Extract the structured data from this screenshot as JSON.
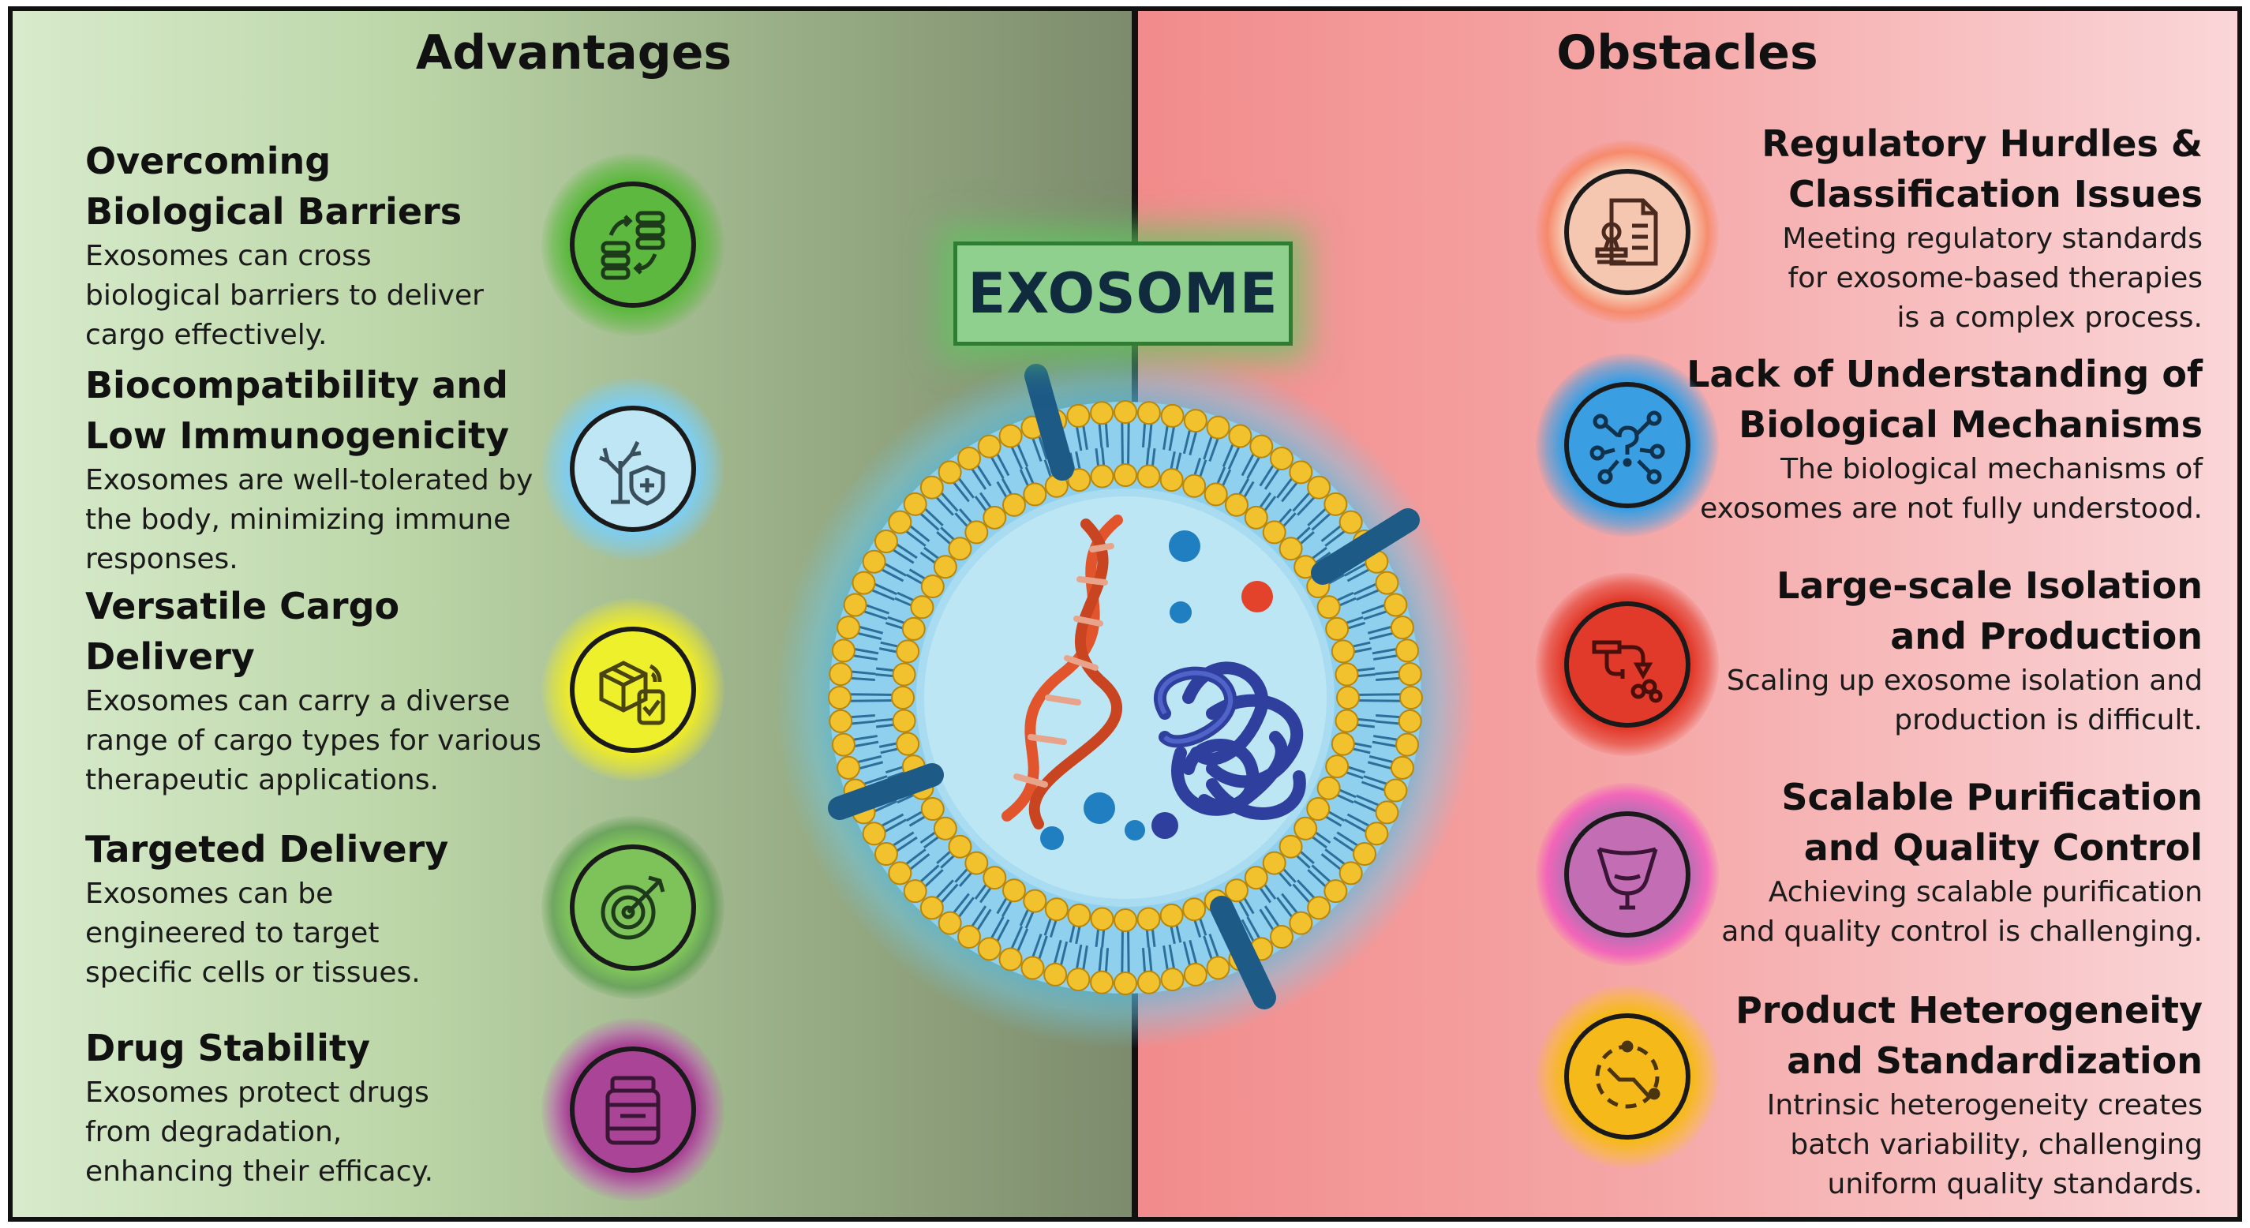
{
  "advantages": {
    "title": "Advantages",
    "items": [
      {
        "title_line1": "Overcoming",
        "title_line2": "Biological Barriers",
        "desc_line1": "Exosomes can cross",
        "desc_line2": "biological barriers to deliver",
        "desc_line3": "cargo effectively.",
        "icon": "database-transfer-icon",
        "color": "#5cb83e"
      },
      {
        "title_line1": "Biocompatibility and",
        "title_line2": "Low Immunogenicity",
        "desc_line1": "Exosomes are well-tolerated by",
        "desc_line2": "the body, minimizing immune",
        "desc_line3": "responses.",
        "icon": "tree-shield-icon",
        "color": "#7fcdee"
      },
      {
        "title_line1": "Versatile Cargo",
        "title_line2": "Delivery",
        "desc_line1": "Exosomes can carry a diverse",
        "desc_line2": "range of cargo types for various",
        "desc_line3": "therapeutic applications.",
        "icon": "package-delivery-icon",
        "color": "#ecea2a"
      },
      {
        "title_line1": "Targeted Delivery",
        "desc_line1": "Exosomes can be",
        "desc_line2": "engineered to target",
        "desc_line3": "specific cells or tissues.",
        "icon": "target-icon",
        "color": "#7ec35a"
      },
      {
        "title_line1": "Drug Stability",
        "desc_line1": "Exosomes protect drugs",
        "desc_line2": "from degradation,",
        "desc_line3": "enhancing their efficacy.",
        "icon": "medicine-jar-icon",
        "color": "#a94496"
      }
    ]
  },
  "obstacles": {
    "title": "Obstacles",
    "items": [
      {
        "title_line1": "Regulatory Hurdles &",
        "title_line2": "Classification Issues",
        "desc_line1": "Meeting regulatory standards",
        "desc_line2": "for exosome-based therapies",
        "desc_line3": "is a complex process.",
        "icon": "document-stamp-icon",
        "color": "#f6c7b0"
      },
      {
        "title_line1": "Lack of Understanding of",
        "title_line2": "Biological Mechanisms",
        "desc_line1": "The biological mechanisms of",
        "desc_line2": "exosomes are not fully understood.",
        "icon": "network-question-icon",
        "color": "#3a9ee3"
      },
      {
        "title_line1": "Large-scale Isolation",
        "title_line2": "and Production",
        "desc_line1": "Scaling up exosome isolation and",
        "desc_line2": "production is difficult.",
        "icon": "pipette-cells-icon",
        "color": "#e23a2a"
      },
      {
        "title_line1": "Scalable Purification",
        "title_line2": "and Quality Control",
        "desc_line1": "Achieving scalable purification",
        "desc_line2": "and quality control is challenging.",
        "icon": "filter-cup-icon",
        "color": "#c26db4"
      },
      {
        "title_line1": "Product Heterogeneity",
        "title_line2": "and Standardization",
        "desc_line1": "Intrinsic heterogeneity creates",
        "desc_line2": "batch variability, challenging",
        "desc_line3": "uniform quality standards.",
        "icon": "cycle-path-icon",
        "color": "#f6b91a"
      }
    ]
  },
  "center": {
    "label": "EXOSOME"
  }
}
